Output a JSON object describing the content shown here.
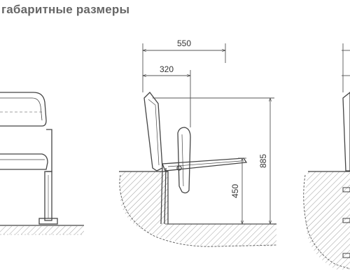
{
  "heading": "габаритные размеры",
  "dimensions": {
    "depth_total": "550",
    "depth_seat": "320",
    "height_total": "885",
    "height_seat": "450"
  },
  "colors": {
    "line": "#444444",
    "dimension": "#555555",
    "hatch": "#777777",
    "heading": "#666666"
  }
}
